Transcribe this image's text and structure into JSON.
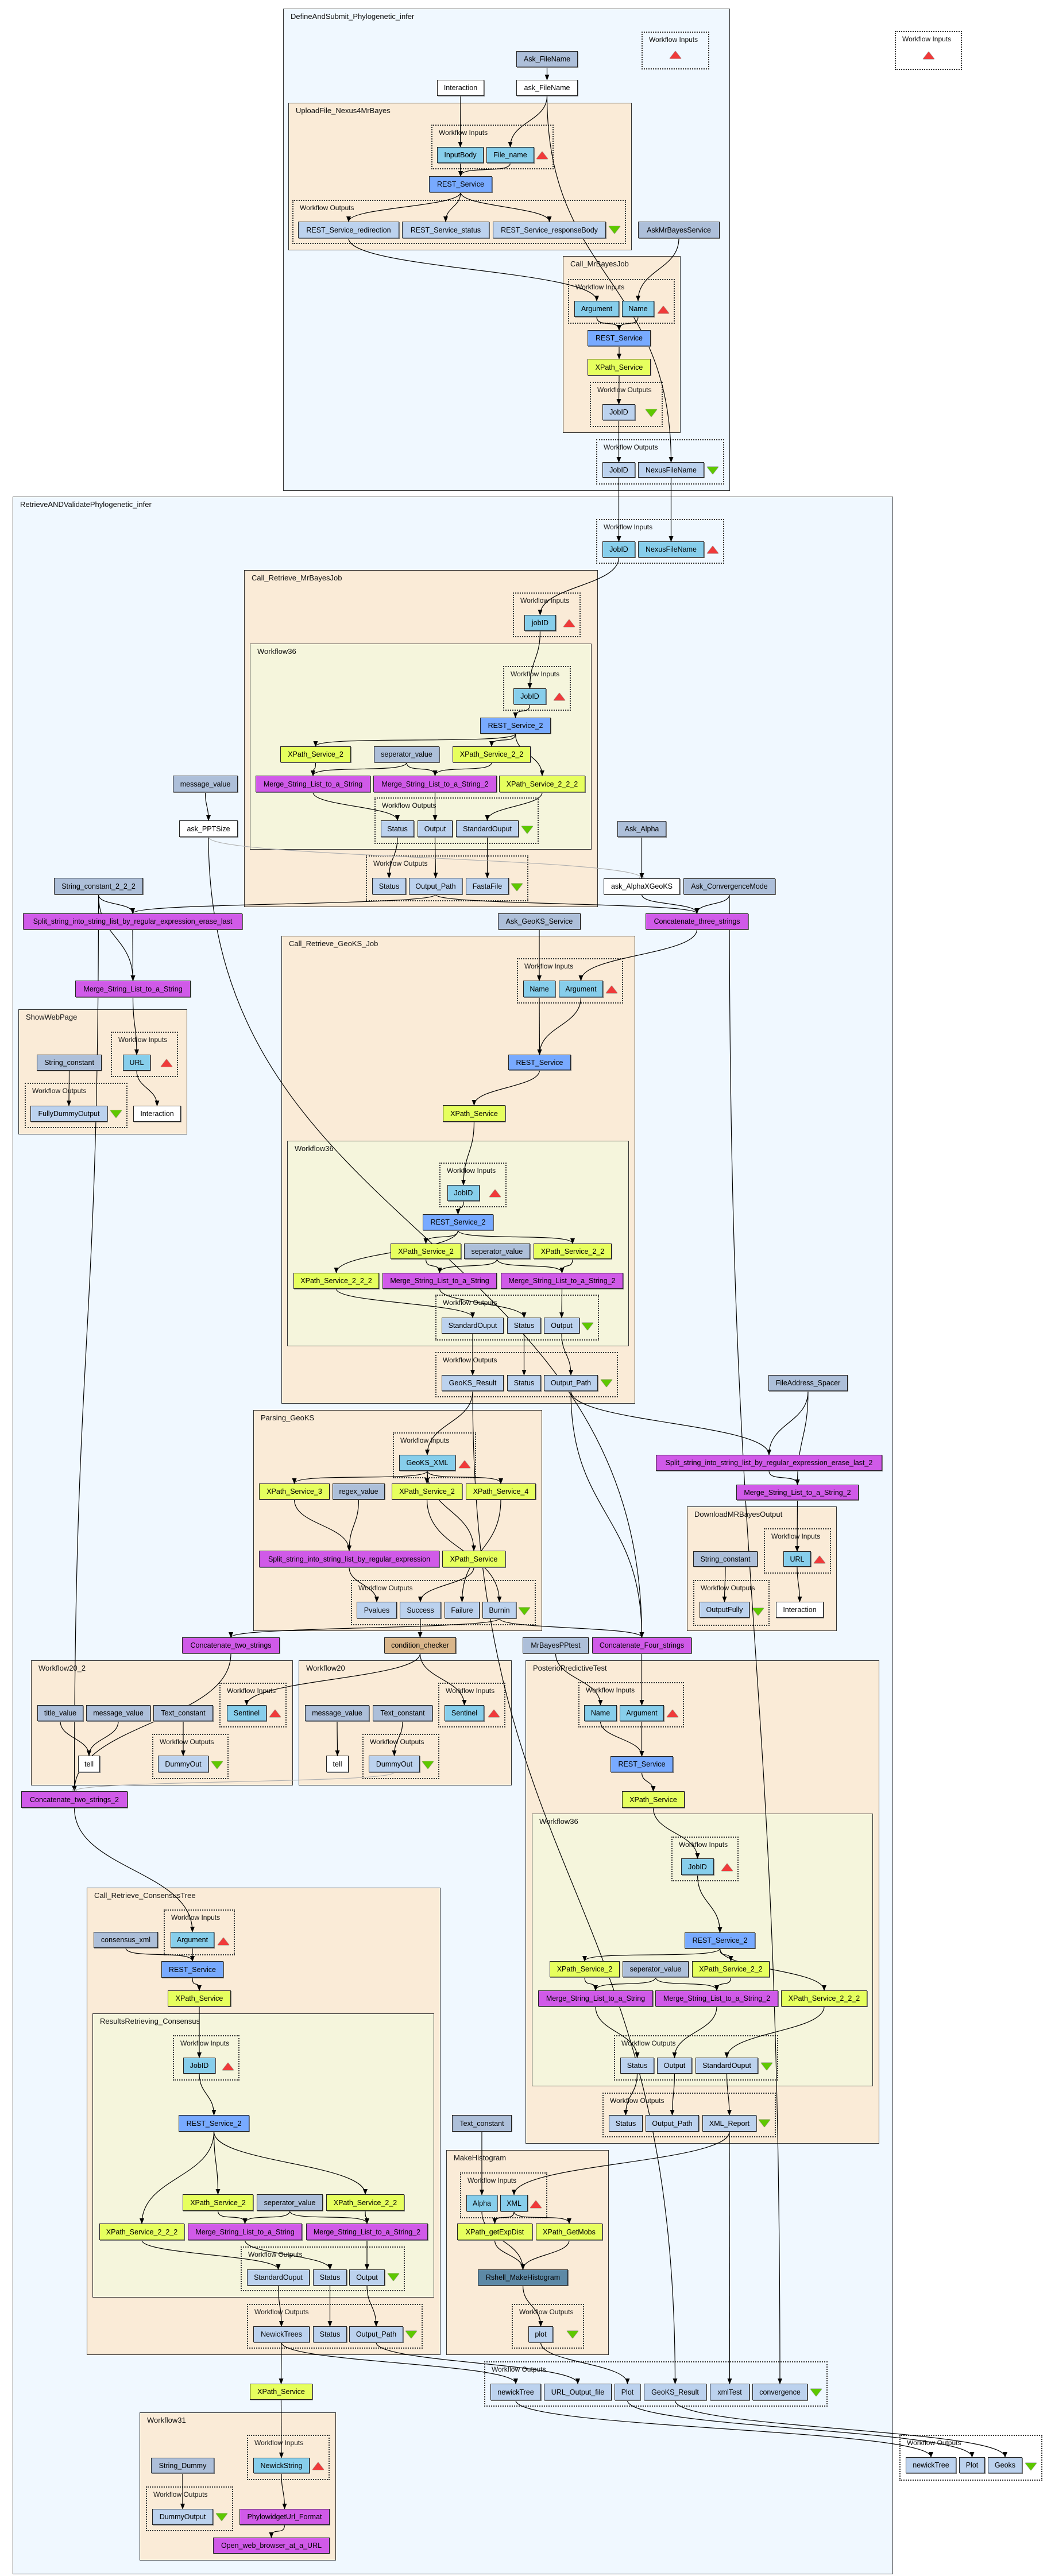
{
  "colors": {
    "dataflow_bg": "#f0f8ff",
    "nested_workflow_bg": "#faebd7",
    "inner_workflow_bg": "#f5f5dc",
    "constant": "#adbfd9",
    "interaction": "#ffffff",
    "input_port": "#87ceeb",
    "output_port": "#bcd2ee",
    "rest_service": "#78aaff",
    "xpath_service": "#e6ff5e",
    "local_worker": "#d05ae8",
    "condition": "#d9b68b",
    "rshell": "#5d89a6",
    "input_marker": "#f03a3a",
    "output_marker": "#5ec800"
  },
  "groups": [
    {
      "title": "DefineAndSubmit_Phylogenetic_infer",
      "kind": "dataflow"
    },
    {
      "title": "Workflow Inputs",
      "kind": "inputs"
    },
    {
      "title": "UploadFile_Nexus4MrBayes",
      "kind": "nested"
    },
    {
      "title": "Workflow Inputs",
      "kind": "inputs"
    },
    {
      "title": "Workflow Outputs",
      "kind": "outputs"
    },
    {
      "title": "Call_MrBayesJob",
      "kind": "nested"
    },
    {
      "title": "Workflow Inputs",
      "kind": "inputs"
    },
    {
      "title": "Workflow Outputs",
      "kind": "outputs"
    },
    {
      "title": "Workflow Outputs",
      "kind": "outputs"
    },
    {
      "title": "Workflow Inputs",
      "kind": "inputs"
    },
    {
      "title": "RetrieveANDValidatePhylogenetic_infer",
      "kind": "dataflow"
    },
    {
      "title": "Workflow Inputs",
      "kind": "inputs"
    },
    {
      "title": "Call_Retrieve_MrBayesJob",
      "kind": "nested"
    },
    {
      "title": "Workflow Inputs",
      "kind": "inputs"
    },
    {
      "title": "Workflow36",
      "kind": "inner"
    },
    {
      "title": "Workflow Inputs",
      "kind": "inputs"
    },
    {
      "title": "Workflow Outputs",
      "kind": "outputs"
    },
    {
      "title": "Workflow Outputs",
      "kind": "outputs"
    },
    {
      "title": "ShowWebPage",
      "kind": "nested"
    },
    {
      "title": "Workflow Inputs",
      "kind": "inputs"
    },
    {
      "title": "Workflow Outputs",
      "kind": "outputs"
    },
    {
      "title": "Call_Retrieve_GeoKS_Job",
      "kind": "nested"
    },
    {
      "title": "Workflow Inputs",
      "kind": "inputs"
    },
    {
      "title": "Workflow36",
      "kind": "inner"
    },
    {
      "title": "Workflow Inputs",
      "kind": "inputs"
    },
    {
      "title": "Workflow Outputs",
      "kind": "outputs"
    },
    {
      "title": "Workflow Outputs",
      "kind": "outputs"
    },
    {
      "title": "DownloadMRBayesOutput",
      "kind": "nested"
    },
    {
      "title": "Workflow Inputs",
      "kind": "inputs"
    },
    {
      "title": "Workflow Outputs",
      "kind": "outputs"
    },
    {
      "title": "Parsing_GeoKS",
      "kind": "nested"
    },
    {
      "title": "Workflow Inputs",
      "kind": "inputs"
    },
    {
      "title": "Workflow Outputs",
      "kind": "outputs"
    },
    {
      "title": "Workflow20_2",
      "kind": "nested"
    },
    {
      "title": "Workflow Inputs",
      "kind": "inputs"
    },
    {
      "title": "Workflow Outputs",
      "kind": "outputs"
    },
    {
      "title": "Workflow20",
      "kind": "nested"
    },
    {
      "title": "Workflow Inputs",
      "kind": "inputs"
    },
    {
      "title": "Workflow Outputs",
      "kind": "outputs"
    },
    {
      "title": "PosterioPredictiveTest",
      "kind": "nested"
    },
    {
      "title": "Workflow Inputs",
      "kind": "inputs"
    },
    {
      "title": "Workflow36",
      "kind": "inner"
    },
    {
      "title": "Workflow Inputs",
      "kind": "inputs"
    },
    {
      "title": "Workflow Outputs",
      "kind": "outputs"
    },
    {
      "title": "Workflow Outputs",
      "kind": "outputs"
    },
    {
      "title": "Call_Retrieve_ConsensusTree",
      "kind": "nested"
    },
    {
      "title": "Workflow Inputs",
      "kind": "inputs"
    },
    {
      "title": "ResultsRetrieving_Consensus",
      "kind": "inner"
    },
    {
      "title": "Workflow Inputs",
      "kind": "inputs"
    },
    {
      "title": "Workflow Outputs",
      "kind": "outputs"
    },
    {
      "title": "Workflow Outputs",
      "kind": "outputs"
    },
    {
      "title": "MakeHistogram",
      "kind": "nested"
    },
    {
      "title": "Workflow Inputs",
      "kind": "inputs"
    },
    {
      "title": "Workflow Outputs",
      "kind": "outputs"
    },
    {
      "title": "Workflow Outputs",
      "kind": "outputs"
    },
    {
      "title": "Workflow31",
      "kind": "nested"
    },
    {
      "title": "Workflow Inputs",
      "kind": "inputs"
    },
    {
      "title": "Workflow Outputs",
      "kind": "outputs"
    },
    {
      "title": "Workflow Outputs",
      "kind": "outputs"
    }
  ],
  "nodes": [
    {
      "label": "Ask_FileName",
      "kind": "const"
    },
    {
      "label": "Interaction",
      "kind": "interact"
    },
    {
      "label": "ask_FileName",
      "kind": "interact"
    },
    {
      "label": "InputBody",
      "kind": "in"
    },
    {
      "label": "File_name",
      "kind": "in"
    },
    {
      "label": "REST_Service",
      "kind": "rest"
    },
    {
      "label": "REST_Service_redirection",
      "kind": "out"
    },
    {
      "label": "REST_Service_status",
      "kind": "out"
    },
    {
      "label": "REST_Service_responseBody",
      "kind": "out"
    },
    {
      "label": "AskMrBayesService",
      "kind": "const"
    },
    {
      "label": "Argument",
      "kind": "in"
    },
    {
      "label": "Name",
      "kind": "in"
    },
    {
      "label": "REST_Service",
      "kind": "rest"
    },
    {
      "label": "XPath_Service",
      "kind": "xpath"
    },
    {
      "label": "JobID",
      "kind": "out"
    },
    {
      "label": "JobID",
      "kind": "out"
    },
    {
      "label": "NexusFileName",
      "kind": "out"
    },
    {
      "label": "JobID",
      "kind": "in"
    },
    {
      "label": "NexusFileName",
      "kind": "in"
    },
    {
      "label": "jobID",
      "kind": "in"
    },
    {
      "label": "JobID",
      "kind": "in"
    },
    {
      "label": "REST_Service_2",
      "kind": "rest"
    },
    {
      "label": "XPath_Service_2",
      "kind": "xpath"
    },
    {
      "label": "seperator_value",
      "kind": "const"
    },
    {
      "label": "XPath_Service_2_2",
      "kind": "xpath"
    },
    {
      "label": "Merge_String_List_to_a_String",
      "kind": "merge"
    },
    {
      "label": "Merge_String_List_to_a_String_2",
      "kind": "merge"
    },
    {
      "label": "XPath_Service_2_2_2",
      "kind": "xpath"
    },
    {
      "label": "Status",
      "kind": "out"
    },
    {
      "label": "Output",
      "kind": "out"
    },
    {
      "label": "StandardOuput",
      "kind": "out"
    },
    {
      "label": "Status",
      "kind": "out"
    },
    {
      "label": "Output_Path",
      "kind": "out"
    },
    {
      "label": "FastaFile",
      "kind": "out"
    },
    {
      "label": "message_value",
      "kind": "const"
    },
    {
      "label": "ask_PPTSize",
      "kind": "interact"
    },
    {
      "label": "Ask_Alpha",
      "kind": "const"
    },
    {
      "label": "ask_AlphaXGeoKS",
      "kind": "interact"
    },
    {
      "label": "Ask_ConvergenceMode",
      "kind": "const"
    },
    {
      "label": "String_constant_2_2_2",
      "kind": "const"
    },
    {
      "label": "Split_string_into_string_list_by_regular_expression_erase_last",
      "kind": "merge"
    },
    {
      "label": "Ask_GeoKS_Service",
      "kind": "const"
    },
    {
      "label": "Concatenate_three_strings",
      "kind": "merge"
    },
    {
      "label": "Merge_String_List_to_a_String",
      "kind": "merge"
    },
    {
      "label": "String_constant",
      "kind": "const"
    },
    {
      "label": "URL",
      "kind": "in"
    },
    {
      "label": "FullyDummyOutput",
      "kind": "out"
    },
    {
      "label": "Interaction",
      "kind": "interact"
    },
    {
      "label": "Name",
      "kind": "in"
    },
    {
      "label": "Argument",
      "kind": "in"
    },
    {
      "label": "REST_Service",
      "kind": "rest"
    },
    {
      "label": "XPath_Service",
      "kind": "xpath"
    },
    {
      "label": "JobID",
      "kind": "in"
    },
    {
      "label": "REST_Service_2",
      "kind": "rest"
    },
    {
      "label": "XPath_Service_2",
      "kind": "xpath"
    },
    {
      "label": "seperator_value",
      "kind": "const"
    },
    {
      "label": "XPath_Service_2_2",
      "kind": "xpath"
    },
    {
      "label": "XPath_Service_2_2_2",
      "kind": "xpath"
    },
    {
      "label": "Merge_String_List_to_a_String",
      "kind": "merge"
    },
    {
      "label": "Merge_String_List_to_a_String_2",
      "kind": "merge"
    },
    {
      "label": "StandardOuput",
      "kind": "out"
    },
    {
      "label": "Status",
      "kind": "out"
    },
    {
      "label": "Output",
      "kind": "out"
    },
    {
      "label": "GeoKS_Result",
      "kind": "out"
    },
    {
      "label": "Status",
      "kind": "out"
    },
    {
      "label": "Output_Path",
      "kind": "out"
    },
    {
      "label": "FileAddress_Spacer",
      "kind": "const"
    },
    {
      "label": "Split_string_into_string_list_by_regular_expression_erase_last_2",
      "kind": "merge"
    },
    {
      "label": "Merge_String_List_to_a_String_2",
      "kind": "merge"
    },
    {
      "label": "String_constant",
      "kind": "const"
    },
    {
      "label": "URL",
      "kind": "in"
    },
    {
      "label": "OutputFully",
      "kind": "out"
    },
    {
      "label": "Interaction",
      "kind": "interact"
    },
    {
      "label": "GeoKS_XML",
      "kind": "in"
    },
    {
      "label": "XPath_Service_3",
      "kind": "xpath"
    },
    {
      "label": "regex_value",
      "kind": "const"
    },
    {
      "label": "XPath_Service_2",
      "kind": "xpath"
    },
    {
      "label": "XPath_Service_4",
      "kind": "xpath"
    },
    {
      "label": "Split_string_into_string_list_by_regular_expression",
      "kind": "merge"
    },
    {
      "label": "XPath_Service",
      "kind": "xpath"
    },
    {
      "label": "Pvalues",
      "kind": "out"
    },
    {
      "label": "Success",
      "kind": "out"
    },
    {
      "label": "Failure",
      "kind": "out"
    },
    {
      "label": "Burnin",
      "kind": "out"
    },
    {
      "label": "Concatenate_two_strings",
      "kind": "merge"
    },
    {
      "label": "condition_checker",
      "kind": "cond"
    },
    {
      "label": "MrBayesPPtest",
      "kind": "const"
    },
    {
      "label": "Concatenate_Four_strings",
      "kind": "merge"
    },
    {
      "label": "title_value",
      "kind": "const"
    },
    {
      "label": "message_value",
      "kind": "const"
    },
    {
      "label": "Text_constant",
      "kind": "const"
    },
    {
      "label": "Sentinel",
      "kind": "in"
    },
    {
      "label": "tell",
      "kind": "interact"
    },
    {
      "label": "DummyOut",
      "kind": "out"
    },
    {
      "label": "message_value",
      "kind": "const"
    },
    {
      "label": "Text_constant",
      "kind": "const"
    },
    {
      "label": "Sentinel",
      "kind": "in"
    },
    {
      "label": "tell",
      "kind": "interact"
    },
    {
      "label": "DummyOut",
      "kind": "out"
    },
    {
      "label": "Concatenate_two_strings_2",
      "kind": "merge"
    },
    {
      "label": "Name",
      "kind": "in"
    },
    {
      "label": "Argument",
      "kind": "in"
    },
    {
      "label": "REST_Service",
      "kind": "rest"
    },
    {
      "label": "XPath_Service",
      "kind": "xpath"
    },
    {
      "label": "JobID",
      "kind": "in"
    },
    {
      "label": "REST_Service_2",
      "kind": "rest"
    },
    {
      "label": "XPath_Service_2",
      "kind": "xpath"
    },
    {
      "label": "seperator_value",
      "kind": "const"
    },
    {
      "label": "XPath_Service_2_2",
      "kind": "xpath"
    },
    {
      "label": "Merge_String_List_to_a_String",
      "kind": "merge"
    },
    {
      "label": "Merge_String_List_to_a_String_2",
      "kind": "merge"
    },
    {
      "label": "XPath_Service_2_2_2",
      "kind": "xpath"
    },
    {
      "label": "Status",
      "kind": "out"
    },
    {
      "label": "Output",
      "kind": "out"
    },
    {
      "label": "StandardOuput",
      "kind": "out"
    },
    {
      "label": "Status",
      "kind": "out"
    },
    {
      "label": "Output_Path",
      "kind": "out"
    },
    {
      "label": "XML_Report",
      "kind": "out"
    },
    {
      "label": "consensus_xml",
      "kind": "const"
    },
    {
      "label": "Argument",
      "kind": "in"
    },
    {
      "label": "REST_Service",
      "kind": "rest"
    },
    {
      "label": "XPath_Service",
      "kind": "xpath"
    },
    {
      "label": "JobID",
      "kind": "in"
    },
    {
      "label": "REST_Service_2",
      "kind": "rest"
    },
    {
      "label": "XPath_Service_2",
      "kind": "xpath"
    },
    {
      "label": "seperator_value",
      "kind": "const"
    },
    {
      "label": "XPath_Service_2_2",
      "kind": "xpath"
    },
    {
      "label": "XPath_Service_2_2_2",
      "kind": "xpath"
    },
    {
      "label": "Merge_String_List_to_a_String",
      "kind": "merge"
    },
    {
      "label": "Merge_String_List_to_a_String_2",
      "kind": "merge"
    },
    {
      "label": "StandardOuput",
      "kind": "out"
    },
    {
      "label": "Status",
      "kind": "out"
    },
    {
      "label": "Output",
      "kind": "out"
    },
    {
      "label": "NewickTrees",
      "kind": "out"
    },
    {
      "label": "Status",
      "kind": "out"
    },
    {
      "label": "Output_Path",
      "kind": "out"
    },
    {
      "label": "XPath_Service",
      "kind": "xpath"
    },
    {
      "label": "Text_constant",
      "kind": "const"
    },
    {
      "label": "Alpha",
      "kind": "in"
    },
    {
      "label": "XML",
      "kind": "in"
    },
    {
      "label": "XPath_getExpDist",
      "kind": "xpath"
    },
    {
      "label": "XPath_GetMobs",
      "kind": "xpath"
    },
    {
      "label": "Rshell_MakeHistogram",
      "kind": "rshell"
    },
    {
      "label": "plot",
      "kind": "out"
    },
    {
      "label": "newickTree",
      "kind": "out"
    },
    {
      "label": "URL_Output_file",
      "kind": "out"
    },
    {
      "label": "Plot",
      "kind": "out"
    },
    {
      "label": "GeoKS_Result",
      "kind": "out"
    },
    {
      "label": "xmlTest",
      "kind": "out"
    },
    {
      "label": "convergence",
      "kind": "out"
    },
    {
      "label": "NewickString",
      "kind": "in"
    },
    {
      "label": "String_Dummy",
      "kind": "const"
    },
    {
      "label": "DummyOutput",
      "kind": "out"
    },
    {
      "label": "PhylowidgetUrl_Format",
      "kind": "merge"
    },
    {
      "label": "Open_web_browser_at_a_URL",
      "kind": "merge"
    },
    {
      "label": "newickTree",
      "kind": "out"
    },
    {
      "label": "Plot",
      "kind": "out"
    },
    {
      "label": "Geoks",
      "kind": "out"
    }
  ]
}
